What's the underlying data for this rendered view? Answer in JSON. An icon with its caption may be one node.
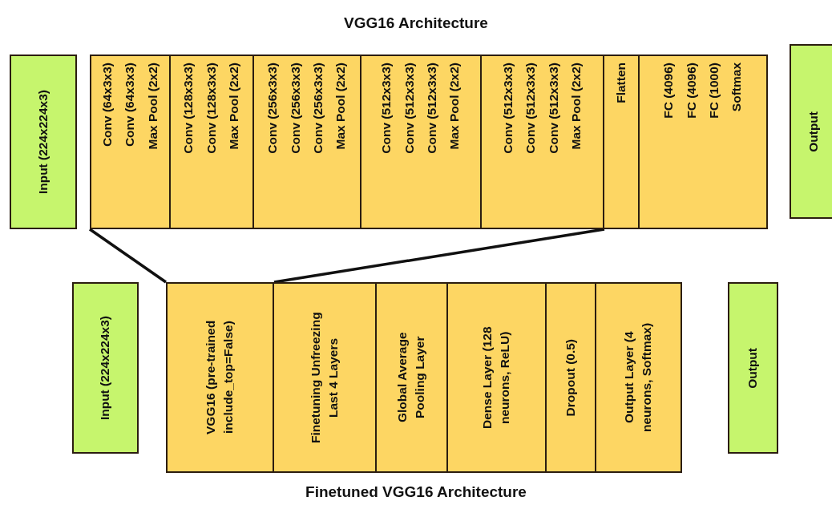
{
  "diagram": {
    "title": "VGG16 Architecture",
    "caption": "Finetuned VGG16 Architecture",
    "nodes": [
      {
        "text": [
          "Input (224x224x3)"
        ]
      },
      {
        "text": [
          "Conv (64x3x3)",
          "Conv (64x3x3)",
          "Max Pool (2x2)"
        ]
      },
      {
        "text": [
          "Conv (128x3x3)",
          "Conv (128x3x3)",
          "Max Pool (2x2)"
        ]
      },
      {
        "text": [
          "Conv (256x3x3)",
          "Conv (256x3x3)",
          "Conv (256x3x3)",
          "Max Pool (2x2)"
        ]
      },
      {
        "text": [
          "Conv (512x3x3)",
          "Conv (512x3x3)",
          "Conv (512x3x3)",
          "Max Pool (2x2)"
        ]
      },
      {
        "text": [
          "Conv (512x3x3)",
          "Conv (512x3x3)",
          "Conv (512x3x3)",
          "Max Pool (2x2)"
        ]
      },
      {
        "text": [
          "Flatten"
        ]
      },
      {
        "text": [
          "FC (4096)",
          "FC (4096)",
          "FC (1000)",
          "Softmax"
        ]
      },
      {
        "text": [
          "Output"
        ]
      },
      {
        "text": [
          "Input (224x224x3)"
        ]
      },
      {
        "text": [
          "VGG16 (pre-trained include_top=False)"
        ]
      },
      {
        "text": [
          "Finetuning Unfreezing Last 4 Layers"
        ]
      },
      {
        "text": [
          "Global Average Pooling Layer"
        ]
      },
      {
        "text": [
          "Dense Layer (128 neurons, ReLU)"
        ]
      },
      {
        "text": [
          "Dropout (0.5)"
        ]
      },
      {
        "text": [
          "Output Layer (4 neurons, Softmax)"
        ]
      },
      {
        "text": [
          "Output"
        ]
      }
    ],
    "edges": [
      {
        "from": 1,
        "to": 10,
        "arrow": "none"
      },
      {
        "from": 5,
        "to": 10,
        "arrow": "none"
      }
    ]
  }
}
